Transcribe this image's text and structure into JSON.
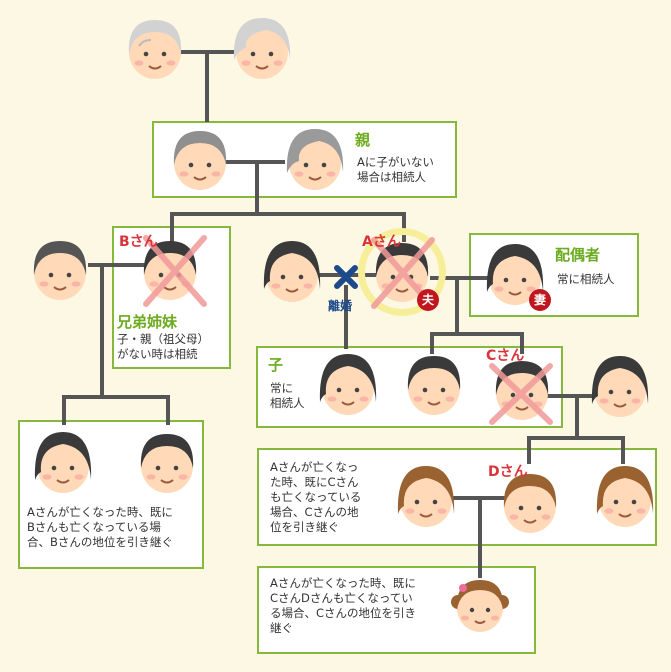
{
  "labels": {
    "parents_title": "親",
    "parents_desc": [
      "Aに子がいない",
      "場合は相続人"
    ],
    "siblings_title": "兄弟姉妹",
    "siblings_desc": [
      "子・親（祖父母）",
      "がない時は相続"
    ],
    "spouse_title": "配偶者",
    "spouse_desc": "常に相続人",
    "children_title": "子",
    "children_desc": [
      "常に",
      "相続人"
    ],
    "nephew_desc": [
      "Aさんが亡くなった時、既に",
      "Bさんも亡くなっている場",
      "合、Bさんの地位を引き継ぐ"
    ],
    "grandchild_desc": [
      "Aさんが亡くなっ",
      "た時、既にCさん",
      "も亡くなっている",
      "場合、Cさんの地",
      "位を引き継ぐ"
    ],
    "greatgrand_desc": [
      "Aさんが亡くなった時、既に",
      "CさんDさんも亡くなってい",
      "る場合、Cさんの地位を引き",
      "継ぐ"
    ],
    "name_a": "Aさん",
    "name_b": "Bさん",
    "name_c": "Cさん",
    "name_d": "Dさん",
    "husband_badge": "夫",
    "wife_badge": "妻",
    "divorce": "離婚"
  },
  "colors": {
    "accent_green": "#6cab1f",
    "name_red": "#d9343a",
    "badge_red": "#c0161e",
    "divorce_blue": "#1d4a8a",
    "cross_pink": "#f29a9a"
  },
  "people_icons": [
    "grandfather-icon",
    "grandmother-icon",
    "father-icon",
    "mother-icon",
    "sibling-b-icon",
    "sibling-spouse-icon",
    "ex-wife-icon",
    "person-a-icon",
    "spouse-icon",
    "child-girl-icon",
    "child-boy-icon",
    "child-c-icon",
    "child-c-spouse-icon",
    "nephew-girl-icon",
    "nephew-boy-icon",
    "grandchild-girl-icon",
    "grandchild-d-icon",
    "grandchild-d-spouse-icon",
    "greatgrandchild-icon"
  ]
}
